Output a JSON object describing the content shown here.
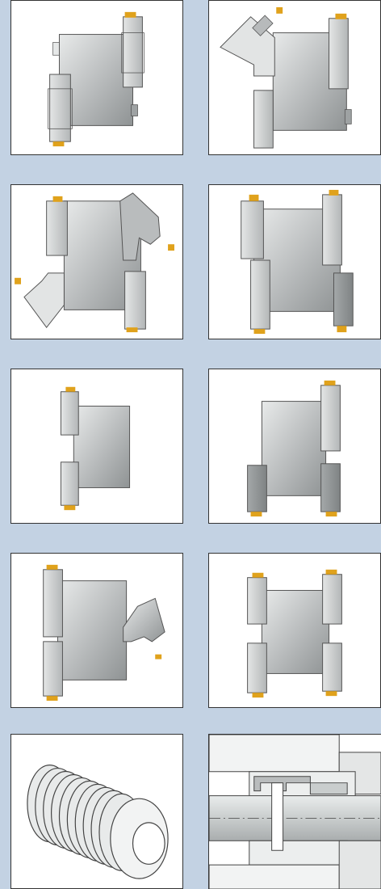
{
  "colors": {
    "background": "#c3d2e3",
    "panel": "#ffffff",
    "border": "#333333",
    "insert": "#e0a21c",
    "body_light": "#e2e4e4",
    "body_mid": "#b9bcbd",
    "body_dark": "#8e9293"
  },
  "panels": [
    {
      "id": "p1",
      "config": "two-tool-posts-body"
    },
    {
      "id": "p2",
      "config": "two-tool-posts-angled-head-top-left"
    },
    {
      "id": "p3",
      "config": "four-tool-posts-angled-heads"
    },
    {
      "id": "p4",
      "config": "four-tool-posts-body"
    },
    {
      "id": "p5",
      "config": "left-tool-posts-body"
    },
    {
      "id": "p6",
      "config": "right-tool-posts-body"
    },
    {
      "id": "p7",
      "config": "left-tool-posts-angled-head-right"
    },
    {
      "id": "p8",
      "config": "symmetric-four-tool-posts"
    },
    {
      "id": "p9",
      "config": "threaded-workpiece-3d"
    },
    {
      "id": "p10",
      "config": "cross-section-shaft"
    }
  ]
}
